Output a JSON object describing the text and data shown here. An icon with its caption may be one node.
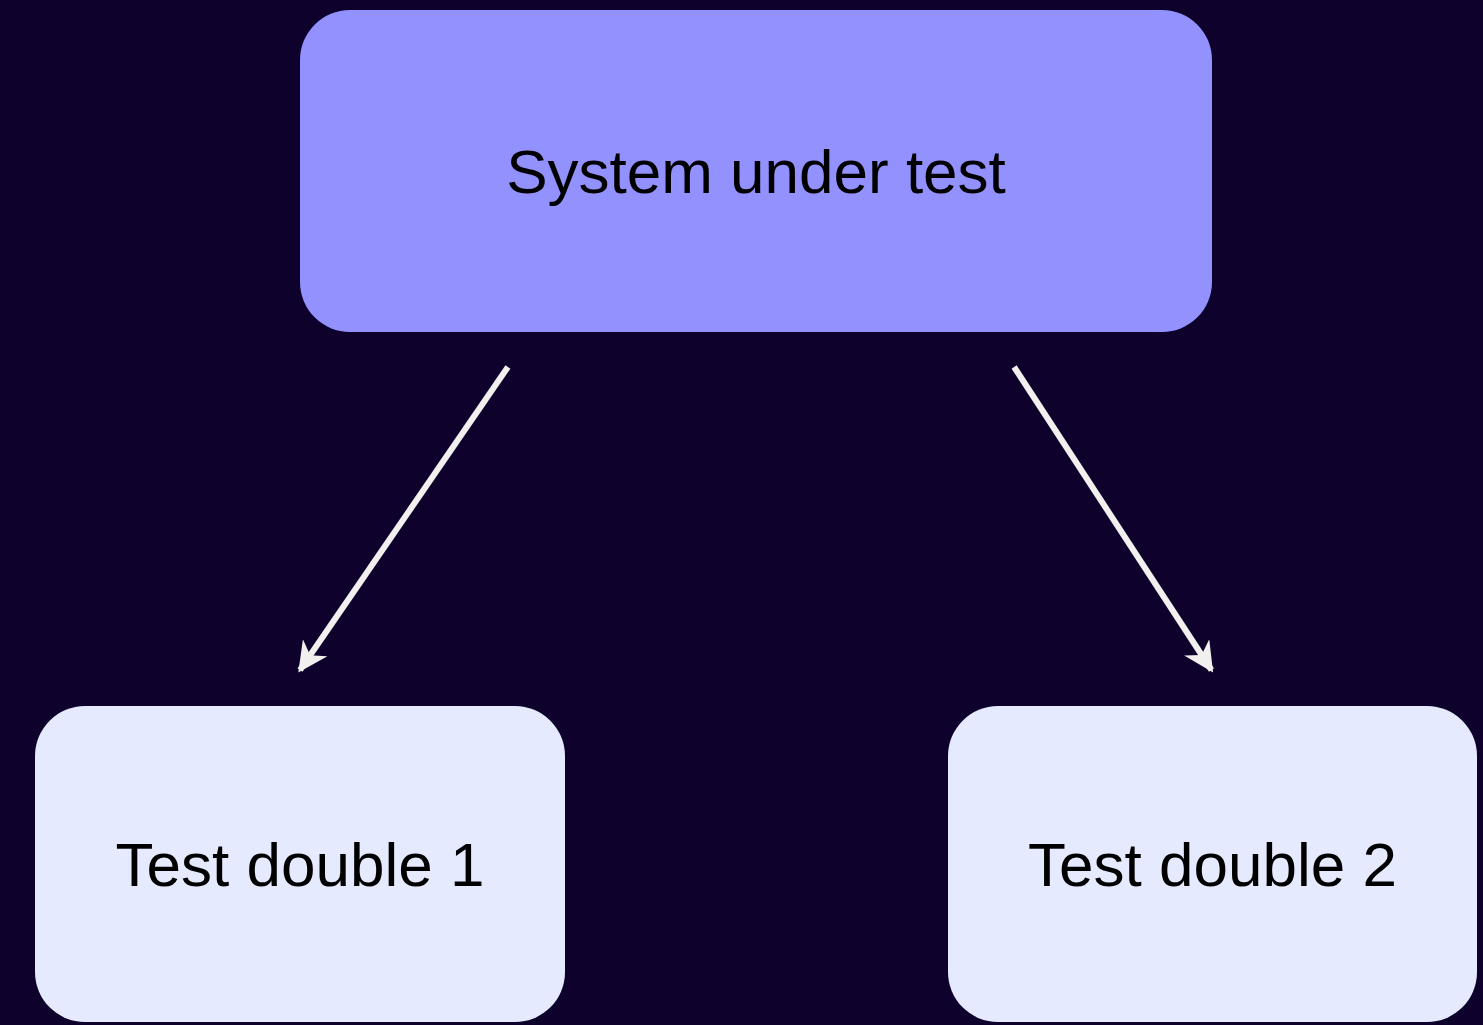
{
  "diagram": {
    "nodes": [
      {
        "text": [
          "System under test"
        ]
      },
      {
        "text": [
          "Test double 1"
        ]
      },
      {
        "text": [
          "Test double 2"
        ]
      }
    ],
    "edges": [
      {
        "from": 0,
        "to": 1,
        "arrow": "to"
      },
      {
        "from": 0,
        "to": 2,
        "arrow": "to"
      }
    ]
  }
}
